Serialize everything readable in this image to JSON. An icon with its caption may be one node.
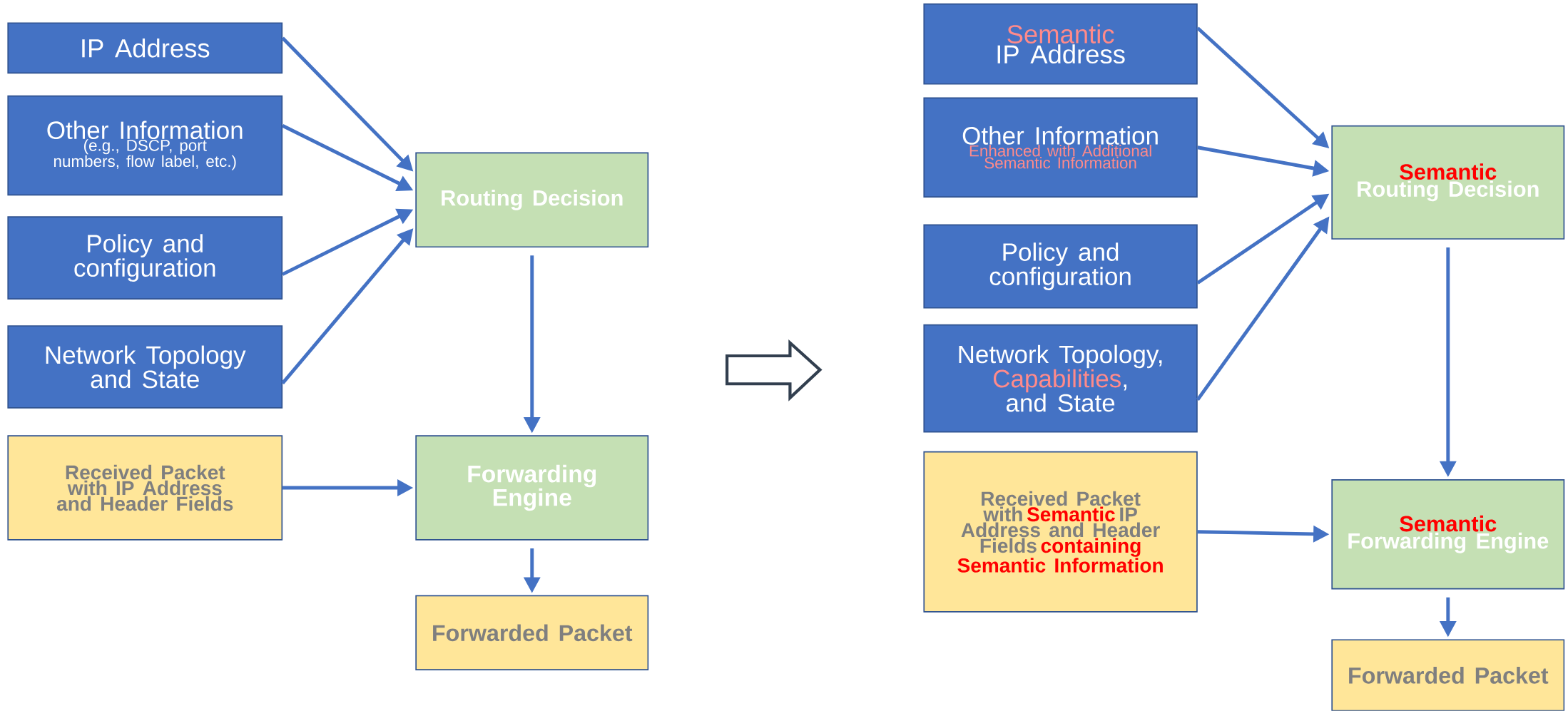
{
  "diagram": {
    "nodes": [
      {
        "text": [
          "IP Address"
        ]
      },
      {
        "text": [
          "Other Information",
          "(e.g., DSCP, port numbers, flow label, etc.)"
        ]
      },
      {
        "text": [
          "Policy and configuration"
        ]
      },
      {
        "text": [
          "Network Topology and State"
        ]
      },
      {
        "text": [
          "Received Packet with IP Address and Header Fields"
        ]
      },
      {
        "text": [
          "Routing Decision"
        ]
      },
      {
        "text": [
          "Forwarding Engine"
        ]
      },
      {
        "text": [
          "Forwarded Packet"
        ]
      },
      {
        "text": [
          "Semantic",
          "IP Address"
        ]
      },
      {
        "text": [
          "Other Information",
          "Enhanced with Additional Semantic Information"
        ]
      },
      {
        "text": [
          "Policy and configuration"
        ]
      },
      {
        "text": [
          "Network Topology,",
          "Capabilities",
          ", and State"
        ]
      },
      {
        "text": [
          "Received Packet with",
          "Semantic",
          "IP Address and Header Fields",
          "containing Semantic Information"
        ]
      },
      {
        "text": [
          "Semantic",
          "Routing Decision"
        ]
      },
      {
        "text": [
          "Semantic",
          "Forwarding Engine"
        ]
      },
      {
        "text": [
          "Forwarded Packet"
        ]
      }
    ],
    "edges": [
      {
        "from": 0,
        "to": 5,
        "arrow": "to"
      },
      {
        "from": 1,
        "to": 5,
        "arrow": "to"
      },
      {
        "from": 2,
        "to": 5,
        "arrow": "to"
      },
      {
        "from": 3,
        "to": 5,
        "arrow": "to"
      },
      {
        "from": 4,
        "to": 6,
        "arrow": "to"
      },
      {
        "from": 5,
        "to": 6,
        "arrow": "to"
      },
      {
        "from": 6,
        "to": 7,
        "arrow": "to"
      },
      {
        "from": 8,
        "to": 13,
        "arrow": "to"
      },
      {
        "from": 9,
        "to": 13,
        "arrow": "to"
      },
      {
        "from": 10,
        "to": 13,
        "arrow": "to"
      },
      {
        "from": 11,
        "to": 13,
        "arrow": "to"
      },
      {
        "from": 12,
        "to": 14,
        "arrow": "to"
      },
      {
        "from": 13,
        "to": 14,
        "arrow": "to"
      },
      {
        "from": 14,
        "to": 15,
        "arrow": "to"
      }
    ]
  }
}
